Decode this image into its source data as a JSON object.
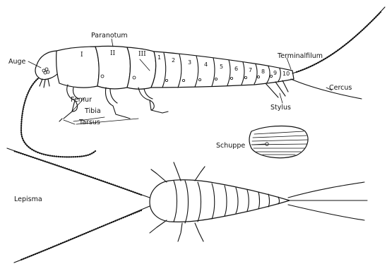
{
  "labels": {
    "auge": "Auge",
    "paranotum": "Paranotum",
    "terminalfilum": "Terminalfilum",
    "cercus": "Cercus",
    "femur": "Femur",
    "tibia": "Tibia",
    "tarsus": "Tarsus",
    "stylus": "Stylus",
    "schuppe": "Schuppe",
    "lepisma": "Lepisma"
  },
  "thorax_segments": [
    "I",
    "II",
    "III"
  ],
  "abdomen_segments": [
    "1",
    "2",
    "3",
    "4",
    "5",
    "6",
    "7",
    "8",
    "9",
    "10"
  ]
}
